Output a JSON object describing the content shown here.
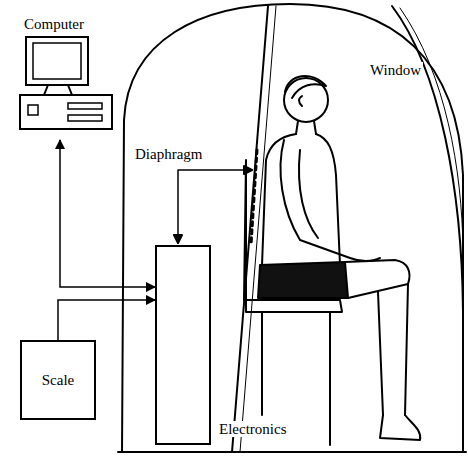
{
  "diagram": {
    "nodes": [
      {
        "text": [
          "Computer"
        ]
      },
      {
        "text": [
          "Scale"
        ]
      },
      {
        "text": [
          "Electronics"
        ]
      }
    ],
    "edges": [
      {
        "from": 0,
        "to": 2,
        "arrow": "both"
      },
      {
        "from": 1,
        "to": 2,
        "arrow": "to"
      }
    ],
    "labels": [
      "Diaphragm",
      "Window"
    ]
  }
}
